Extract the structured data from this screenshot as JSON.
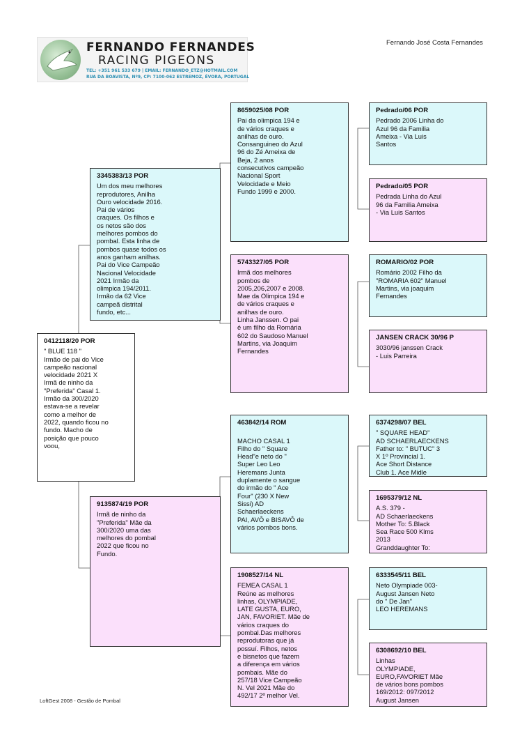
{
  "logo": {
    "line1": "FERNANDO FERNANDES",
    "line2": "RACING PIGEONS",
    "line3": "TEL: +351 961 533 679  |  EMAIL: FERNANDO_ETZ@HOTMAIL.COM",
    "line4": "RUA DA BOAVISTA, Nº9, CP: 7100-062 ESTREMOZ, ÉVORA, PORTUGAL",
    "emblem_icon": "pigeon-icon"
  },
  "owner_name": "Fernando José Costa Fernandes",
  "footer": "LoftGest 2008 - Gestão de Pombal",
  "colors": {
    "sire_side": "#dbf8fa",
    "dam_side": "#fbe0fb",
    "subject": "#ffffff"
  },
  "pedigree": {
    "subject": {
      "ring": "0412118/20 POR",
      "text": "\" BLUE 118 \"\nIrmão de pai do Vice\ncampeão nacional\nvelocidade 2021 X\nIrmã de ninho da\n\"Preferida\" Casal 1.\nIrmão da 300/2020\nestava-se a revelar\ncomo a melhor de\n2022, quando ficou no\nfundo. Macho de\nposição que pouco\nvoou,"
    },
    "sire": {
      "ring": "3345383/13 POR",
      "text": "Um dos meu melhores\nreprodutores, Anilha\nOuro velocidade 2016.\nPai de vários\ncraques. Os filhos e\nos netos são dos\nmelhores pombos do\npombal. Esta linha de\npombos quase todos os\nanos ganham anilhas.\nPai do Vice Campeão\nNacional Velocidade\n2021 Irmão da\nolimpica 194/2011.\nIrmão da 62 Vice\ncampeã distrital\nfundo, etc..."
    },
    "dam": {
      "ring": "9135874/19 POR",
      "text": "Irmã de ninho da\n\"Preferida\" Mãe da\n300/2020 uma das\nmelhores do pombal\n2022 que ficou no\nFundo."
    },
    "sire_sire": {
      "ring": "8659025/08 POR",
      "text": "Pai da olimpica 194 e\nde vários craques e\nanilhas de ouro.\nConsanguineo do Azul\n96 do Zé Ameixa de\nBeja, 2 anos\nconsecutivos campeão\nNacional Sport\nVelocidade e Meio\nFundo 1999 e 2000."
    },
    "sire_dam": {
      "ring": "5743327/05 POR",
      "text": "Irmã dos melhores\npombos de\n2005,206,2007 e 2008.\nMae da Olimpica 194 e\nde vários craques e\nanilhas de ouro.\nLinha Janssen. O pai\né um filho da Romária\n602 do Saudoso Manuel\nMartins, via Joaquim\nFernandes"
    },
    "dam_sire": {
      "ring": "463842/14 ROM",
      "text": "\nMACHO CASAL 1\nFilho do \" Square\nHead\"e neto do \"\nSuper Leo Leo\nHeremans Junta\nduplamente o sangue\ndo irmão do \" Ace\nFour\" (230 X New\nSissi)   AD\nSchaerlaeckens\nPAI, AVÔ e BISAVÔ de\nvários pombos bons."
    },
    "dam_dam": {
      "ring": "1908527/14 NL",
      "text": "FEMEA CASAL 1\nReúne as melhores\nlinhas, OLYMPIADE,\nLATE GUSTA, EURO,\nJAN, FAVORIET. Mãe de\nvários craques do\npombal.Das melhores\nreprodutoras que já\npossuí. Filhos, netos\ne bisnetos que fazem\na diferença em vários\npombais. Mãe do\n257/18 Vice Campeão\nN. Vel 2021 Mãe do\n492/17 2º melhor Vel."
    },
    "ggp": [
      {
        "ring": "Pedrado/06 POR",
        "text": "Pedrado 2006 Linha do\nAzul 96 da Familia\nAmeixa  - Via Luis\nSantos"
      },
      {
        "ring": "Pedrado/05 POR",
        "text": "Pedrada Linha do Azul\n96 da Familia Ameixa\n- Via Luis Santos"
      },
      {
        "ring": "ROMARIO/02 POR",
        "text": "Romário 2002 Filho da\n\"ROMARIA 602\" Manuel\nMartins, via joaquim\nFernandes"
      },
      {
        "ring": "JANSEN CRACK 30/96 P",
        "text": "3030/96 janssen Crack\n- Luis Parreira"
      },
      {
        "ring": "6374298/07 BEL",
        "text": "\" SQUARE HEAD\"\nAD SCHAERLAECKENS\nFather to: \" BUTUC\" 3\nX 1º Provincial  1.\nAce Short Distance\nClub  1. Ace Midle"
      },
      {
        "ring": "1695379/12 NL",
        "text": "A.S. 379 -\nAD  Schaerlaeckens\nMother To:  5.Black\nSea Race 500 Klms\n2013\nGranddaughter To:"
      },
      {
        "ring": "6333545/11 BEL",
        "text": "Neto Olympiade 003-\nAugust Jansen    Neto\ndo \" De Jan\"\nLEO HEREMANS"
      },
      {
        "ring": "6308692/10 BEL",
        "text": "Linhas\nOLYMPIADE,\nEURO,FAVORIET   Mãe\nde vários bons pombos\n169/2012: 097/2012\nAugust Jansen"
      }
    ]
  }
}
